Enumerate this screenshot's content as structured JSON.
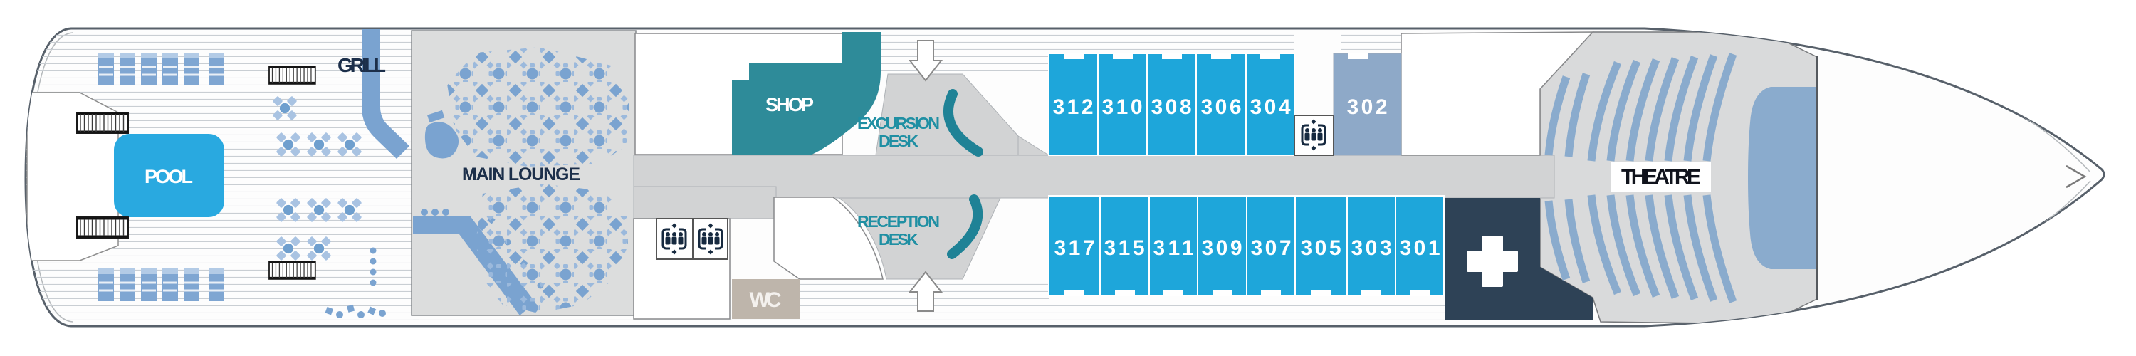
{
  "deck_plan": {
    "areas": {
      "pool": "POOL",
      "grill": "GRILL",
      "main_lounge": "MAIN LOUNGE",
      "shop": "SHOP",
      "excursion_desk_line1": "EXCURSION",
      "excursion_desk_line2": "DESK",
      "reception_desk_line1": "RECEPTION",
      "reception_desk_line2": "DESK",
      "wc": "WC",
      "theatre": "THEATRE"
    },
    "cabins": {
      "top_row": [
        "312",
        "310",
        "308",
        "306",
        "304",
        "302"
      ],
      "bottom_row": [
        "317",
        "315",
        "311",
        "309",
        "307",
        "305",
        "303",
        "301"
      ]
    },
    "icons": {
      "elevator": "three-people-in-lift-frame-with-arrows",
      "stairs": "stair-treads",
      "entrance_top": "down-arrow",
      "entrance_bottom": "up-arrow",
      "medical": "white-cross",
      "bow_direction": "chevron-right"
    },
    "colors": {
      "cabin_blue": "#1ea6da",
      "cabin_gray_blue": "#8ea9c8",
      "pool_blue": "#29a9e0",
      "shop_teal": "#2e8b99",
      "desk_teal": "#1f8296",
      "furniture_blue": "#7aa3d0",
      "furniture_light": "#a9c3e2",
      "medical_navy": "#2e4256",
      "wc_tan": "#beb5ab",
      "corridor_gray": "#d2d3d4",
      "lounge_floor": "#dcdddd",
      "theatre_floor": "#d9dadb",
      "seat_blue": "#8aabcd",
      "icon_navy": "#16293f",
      "label_navy": "#1c2f4a"
    }
  }
}
